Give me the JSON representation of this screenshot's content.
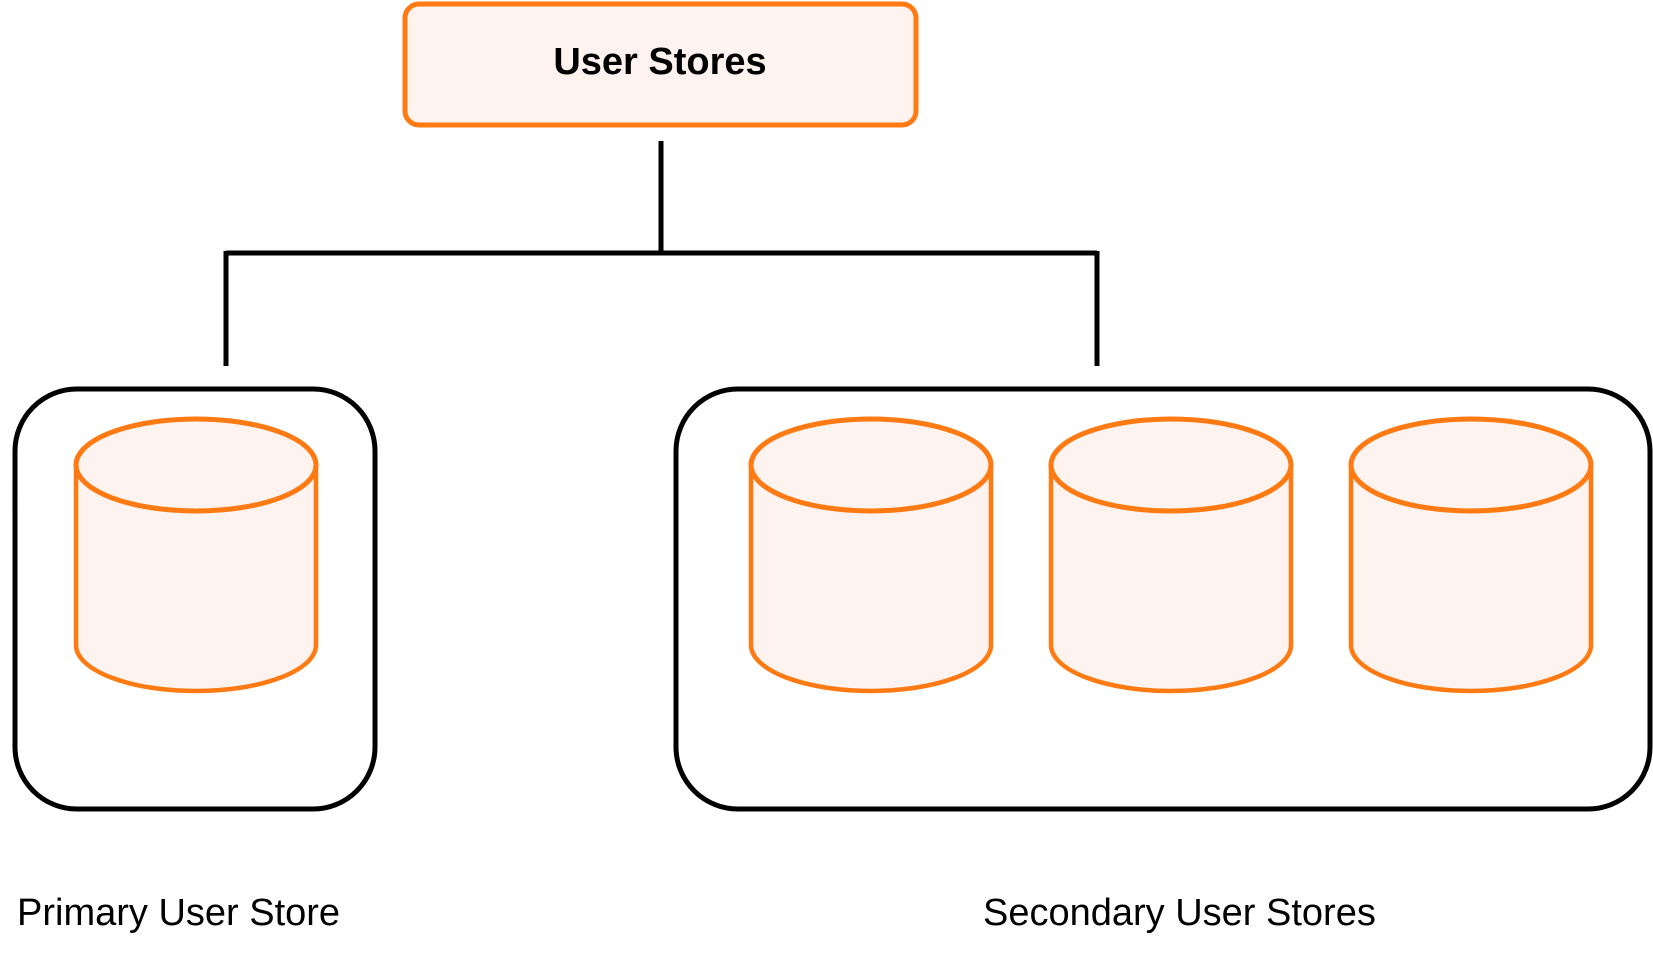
{
  "root": {
    "label": "User Stores"
  },
  "groups": {
    "primary": {
      "label": "Primary User Store",
      "store_count": 1
    },
    "secondary": {
      "label": "Secondary User Stores",
      "store_count": 3
    }
  },
  "colors": {
    "accent": "#FF7A12",
    "fill": "#FEF3EE",
    "line": "#000000",
    "background": "#FFFFFF"
  }
}
